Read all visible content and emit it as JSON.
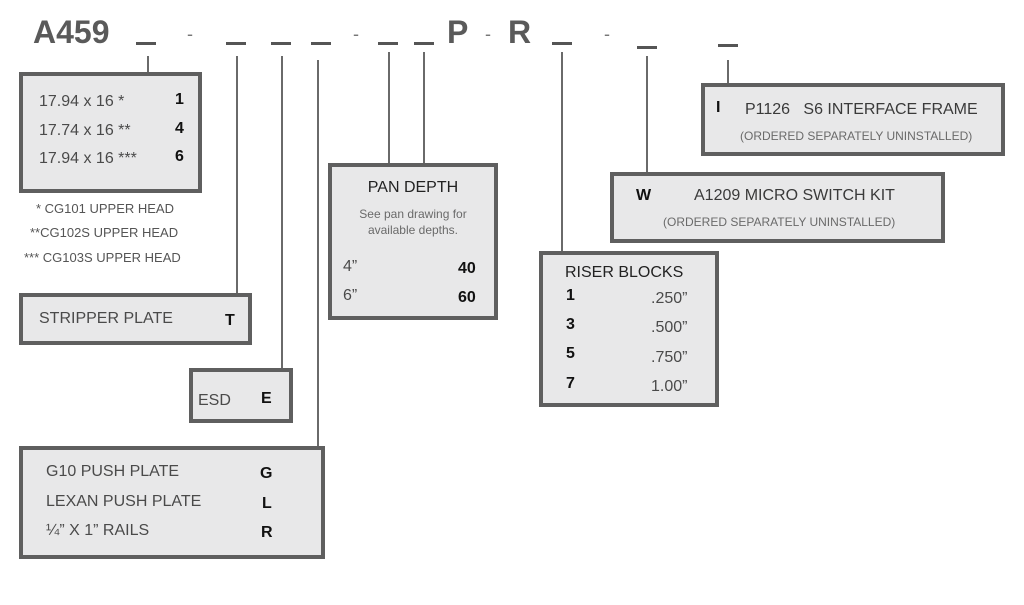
{
  "part_number": {
    "prefix": "A459",
    "letter_p": "P",
    "letter_r": "R",
    "separator": "-"
  },
  "size_box": {
    "rows": [
      {
        "label": "17.94 x 16 *",
        "code": "1"
      },
      {
        "label": "17.74 x 16 **",
        "code": "4"
      },
      {
        "label": "17.94 x 16 ***",
        "code": "6"
      }
    ],
    "notes": [
      "* CG101 UPPER HEAD",
      "**CG102S UPPER HEAD",
      "***  CG103S UPPER HEAD"
    ]
  },
  "stripper_box": {
    "label": "STRIPPER PLATE",
    "code": "T"
  },
  "esd_box": {
    "label": "ESD",
    "code": "E"
  },
  "push_box": {
    "rows": [
      {
        "label": "G10 PUSH PLATE",
        "code": "G"
      },
      {
        "label": "LEXAN PUSH PLATE",
        "code": "L"
      },
      {
        "label": "¼” X 1” RAILS",
        "code": "R"
      }
    ]
  },
  "pan_box": {
    "title": "PAN DEPTH",
    "note_line1": "See pan drawing for",
    "note_line2": "available depths.",
    "rows": [
      {
        "label": "4”",
        "code": "40"
      },
      {
        "label": "6”",
        "code": "60"
      }
    ]
  },
  "riser_box": {
    "title": "RISER BLOCKS",
    "rows": [
      {
        "code": "1",
        "value": ".250”"
      },
      {
        "code": "3",
        "value": ".500”"
      },
      {
        "code": "5",
        "value": ".750”"
      },
      {
        "code": "7",
        "value": "1.00”"
      }
    ]
  },
  "switch_box": {
    "code": "W",
    "label": "A1209 MICRO SWITCH KIT",
    "note": "(ORDERED SEPARATELY UNINSTALLED)"
  },
  "interface_box": {
    "code": "I",
    "label": "P1126   S6 INTERFACE FRAME",
    "note": "(ORDERED SEPARATELY UNINSTALLED)"
  }
}
